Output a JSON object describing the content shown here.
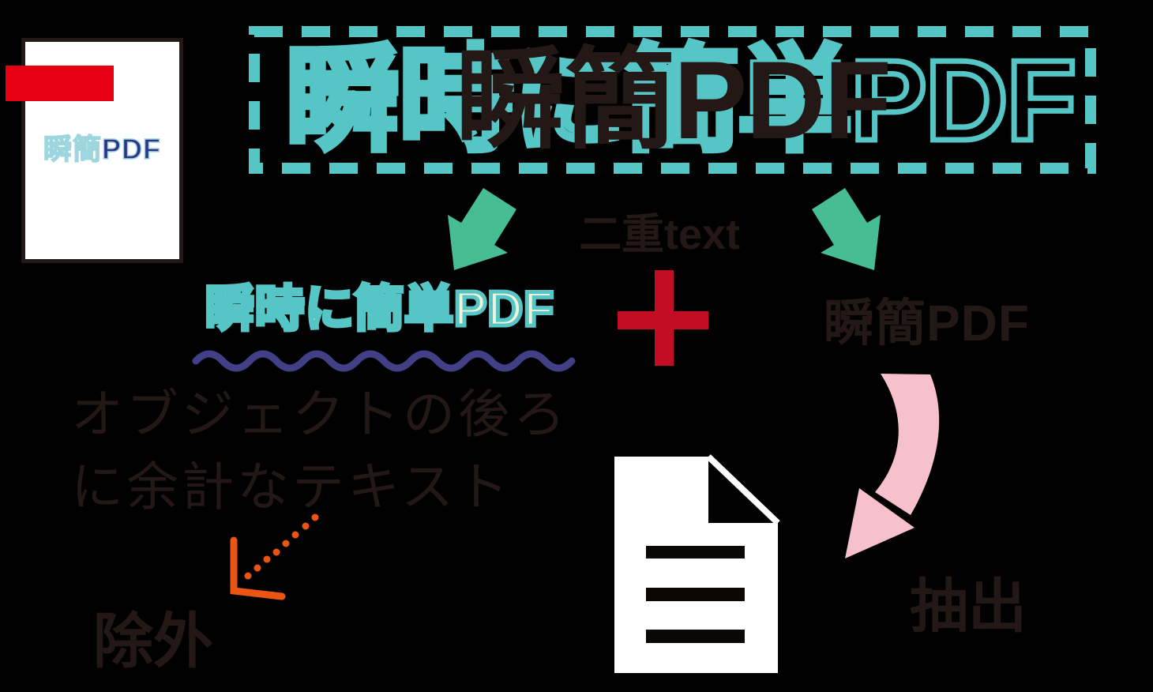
{
  "colors": {
    "background": "#000000",
    "teal": "#55c5c5",
    "ink": "#231815",
    "arrow_green": "#47bd93",
    "band_red": "#e60012",
    "plus_red": "#c30d23",
    "arrow_pink": "#f6c1cc",
    "arrow_orange": "#ea5514",
    "underline_indigo": "#413f85",
    "thumb_text_navy": "#303480",
    "ghost_inner": "#eff3dc"
  },
  "thumbnail": {
    "title": "瞬簡PDF"
  },
  "title_box": {
    "ghost_text": "瞬時に簡単PDF",
    "solid_text": "瞬簡PDF"
  },
  "labels": {
    "double_text": "二重text",
    "hidden_phrase": "瞬時に簡単PDF",
    "product_name": "瞬簡PDF",
    "note_line1": "オブジェクトの後ろ",
    "note_line2": "に余計なテキスト",
    "exclude": "除外",
    "extract": "抽出"
  }
}
